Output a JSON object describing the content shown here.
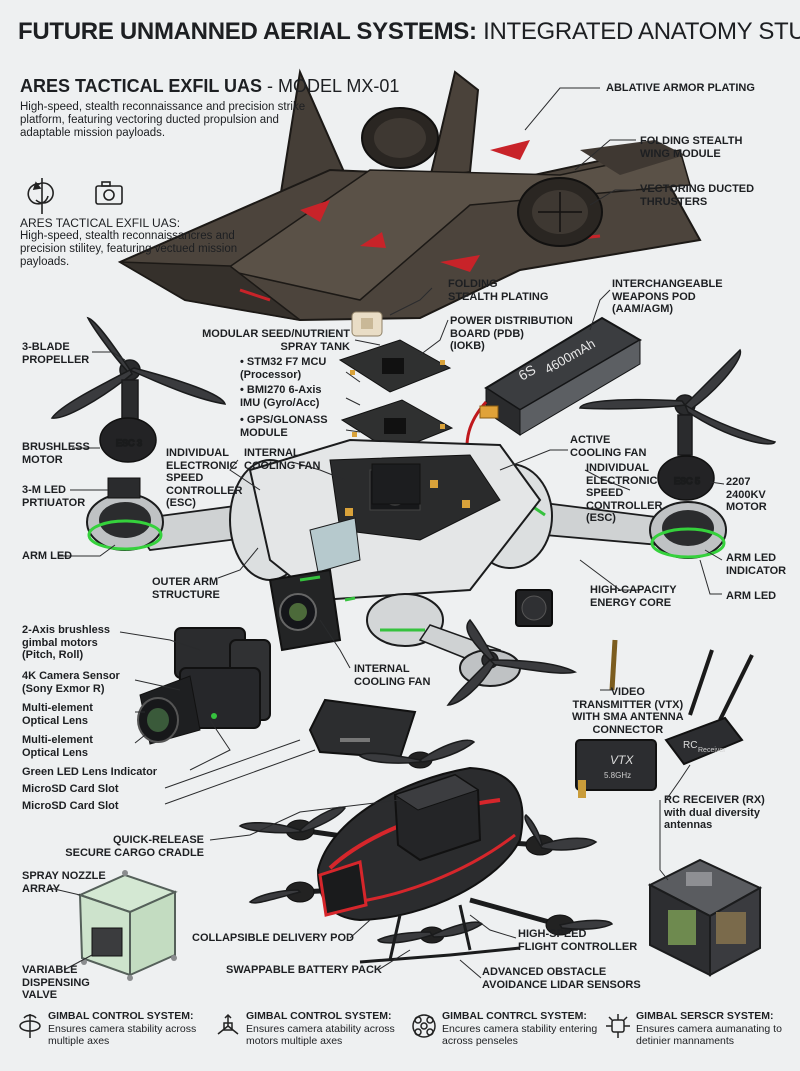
{
  "title": {
    "bold": "FUTURE UNMANNED AERIAL SYSTEMS:",
    "thin": "INTEGRATED ANATOMY STUDY"
  },
  "subtitle": {
    "bold": "ARES TACTICAL EXFIL UAS",
    "thin": " - MODEL MX-01"
  },
  "description": "High-speed, stealth reconnaissance and precision strike platform, featuring vectoring ducted propulsion and adaptable mission payloads.",
  "description_repeat": {
    "heading": "ARES TACTICAL EXFIL UAS:",
    "body": "High-speed, stealth reconnaissancres and precision  stilitey, featuring vectued mission payloads."
  },
  "battery_text": {
    "cells": "6S",
    "capacity": "4600mAh"
  },
  "esc_marks": {
    "left": "ESC 3",
    "right": "ESC 5"
  },
  "vtx_marks": {
    "name": "VTX",
    "sub": "5.8GHz"
  },
  "rc_marks": {
    "name": "RC",
    "sub": "Receiver"
  },
  "labels": {
    "ablative": "ABLATIVE ARMOR PLATING",
    "folding_wing": "FOLDING STEALTH\nWING MODULE",
    "vectoring": "VECTORING DUCTED\nTHRUSTERS",
    "folding_plating": "FOLDING\nSTEALTH PLATING",
    "weapons_pod": "INTERCHANGEABLE\nWEAPONS POD\n(AAM/AGM)",
    "seed_tank": "MODULAR SEED/NUTRIENT\nSPRAY TANK",
    "pdb": "POWER DISTRIBUTION\nBOARD (PDB)\n(IOKB)",
    "mcu": "• STM32 F7 MCU\n(Processor)",
    "imu": "• BMI270 6-Axis\nIMU (Gyro/Acc)",
    "gps": "• GPS/GLONASS\nMODULE",
    "propeller": "3-BLADE\nPROPELLER",
    "brushless": "BRUSHLESS\nMOTOR",
    "led_actuator": "3-M LED\nPRTIUATOR",
    "arm_led_left": "ARM LED",
    "esc_left": "INDIVIDUAL\nELECTRONIC\nSPEED\nCONTROLLER\n(ESC)",
    "internal_fan_top": "INTERNAL\nCOOLING FAN",
    "outer_arm": "OUTER ARM\nSTRUCTURE",
    "active_fan": "ACTIVE\nCOOLING FAN",
    "esc_right": "INDIVIDUAL\nELECTRONIC\nSPEED\nCONTROLLER\n(ESC)",
    "motor_2207": "2207\n2400KV\nMOTOR",
    "arm_led_indicator": "ARM LED\nINDICATOR",
    "energy_core": "HIGH-CAPACITY\nENERGY CORE",
    "arm_led_right": "ARM LED",
    "gimbal_motors": "2-Axis brushless\ngimbal motors\n(Pitch, Roll)",
    "camera_sensor": "4K Camera Sensor\n(Sony Exmor R)",
    "lens1": "Multi-element\nOptical Lens",
    "lens2": "Multi-element\nOptical Lens",
    "green_led": "Green LED Lens Indicator",
    "microsd1": "MicroSD Card Slot",
    "microsd2": "MicroSD Card Slot",
    "internal_fan_mid": "INTERNAL\nCOOLING FAN",
    "vtx": "VIDEO\nTRANSMITTER (VTX)\nwith SMA antenna\nconnector",
    "rx": "RC RECEIVER (RX)\nwith dual diversity\nantennas",
    "cargo_cradle": "QUICK-RELEASE\nSECURE CARGO CRADLE",
    "spray_nozzle": "SPRAY NOZZLE\nARRAY",
    "delivery_pod": "COLLAPSIBLE DELIVERY POD",
    "flight_controller": "HIGH-SPEED\nFLIGHT CONTROLLER",
    "variable_valve": "VARIABLE\nDISPENSING\nVALVE",
    "battery_pack": "SWAPPABLE BATTERY PACK",
    "lidar": "ADVANCED OBSTACLE\nAVOIDANCE LIDAR SENSORS"
  },
  "footer": [
    {
      "icon": "gimbal-rotation-icon",
      "head": "GIMBAL CONTROL SYSTEM:",
      "body": "Ensures camera stability across multiple axes"
    },
    {
      "icon": "axes-icon",
      "head": "GIMBAL CONTROL SYSTEM:",
      "body": "Ensures camera atability across motors multiple axes"
    },
    {
      "icon": "drone-rotor-icon",
      "head": "GIMBAL CONTRCL SYSTEM:",
      "body": "Encures camera stability entering across penseles"
    },
    {
      "icon": "gimbal-sensor-icon",
      "head": "GIMBAL SERSCR SYSTEM:",
      "body": "Ensures camera aumanating to detinier mannaments"
    }
  ],
  "colors": {
    "background": "#eef0f1",
    "accent_red": "#d6262b",
    "accent_green": "#36c23e",
    "dark_hull": "#3b3530",
    "light_hull": "#d9dcdd"
  }
}
